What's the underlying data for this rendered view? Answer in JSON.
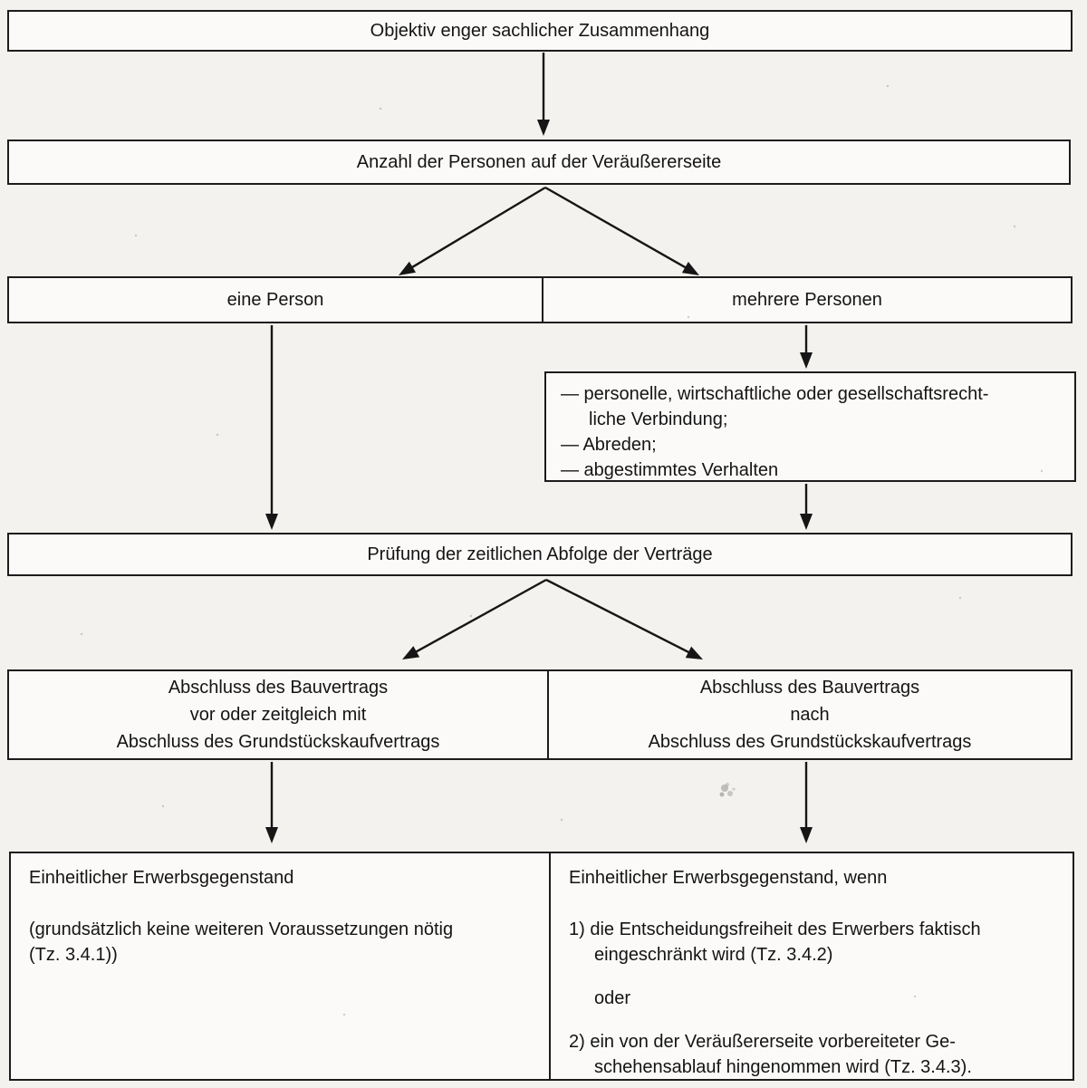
{
  "colors": {
    "paper": "#f3f2ee",
    "box_background": "#fbfaf8",
    "border_ink": "#1c1c1c",
    "text_ink": "#141414"
  },
  "flow": {
    "objektiv": "Objektiv enger sachlicher Zusammenhang",
    "anzahl": "Anzahl der Personen auf der Veräußererseite",
    "persons": {
      "one": "eine Person",
      "many": "mehrere Personen"
    },
    "verbindung_lines": [
      "— personelle, wirtschaftliche oder gesellschaftsrecht-",
      "liche Verbindung;",
      "— Abreden;",
      "— abgestimmtes Verhalten"
    ],
    "pruefung": "Prüfung der zeitlichen Abfolge der Verträge",
    "abschluss_vor": [
      "Abschluss des Bauvertrags",
      "vor oder zeitgleich mit",
      "Abschluss des Grundstückskaufvertrags"
    ],
    "abschluss_nach": [
      "Abschluss des Bauvertrags",
      "nach",
      "Abschluss des Grundstückskaufvertrags"
    ],
    "ergebnis_links": [
      "Einheitlicher Erwerbsgegenstand",
      "(grundsätzlich keine weiteren Voraussetzungen nötig",
      "(Tz. 3.4.1))"
    ],
    "ergebnis_rechts": [
      "Einheitlicher Erwerbsgegenstand, wenn",
      "1) die Entscheidungsfreiheit des Erwerbers faktisch",
      "eingeschränkt wird (Tz. 3.4.2)",
      "oder",
      "2) ein von der Veräußererseite vorbereiteter Ge-",
      "schehensablauf hingenommen wird (Tz. 3.4.3)."
    ]
  }
}
